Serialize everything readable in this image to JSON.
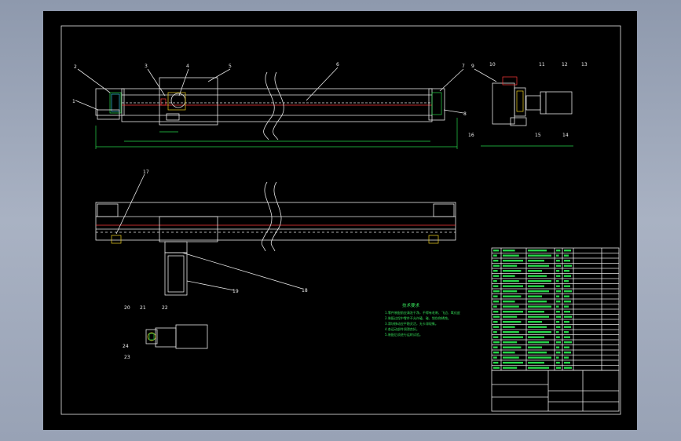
{
  "window": {
    "title": "CAD drawing viewer"
  },
  "callouts": [
    "1",
    "2",
    "3",
    "4",
    "5",
    "6",
    "7",
    "8",
    "9",
    "10",
    "11",
    "12",
    "13",
    "14",
    "15",
    "16",
    "17",
    "18",
    "19",
    "20",
    "21",
    "22",
    "23",
    "24"
  ],
  "notes": {
    "title": "技术要求",
    "lines": [
      "1.零件装配前应清洗干净，不得有毛刺、飞边、氧化皮",
      "2.装配过程中零件不允许磕、碰、划伤和锈蚀。",
      "3.滑块移动应平稳灵活，无卡滞现象。",
      "4.各运动部件润滑良好。",
      "5.装配后须进行运转试验。"
    ]
  },
  "colors": {
    "line": "#e6e6e6",
    "green": "#27d64a",
    "red": "#ff3a3a",
    "yellow": "#f0d020",
    "cyan": "#31c7d9"
  }
}
